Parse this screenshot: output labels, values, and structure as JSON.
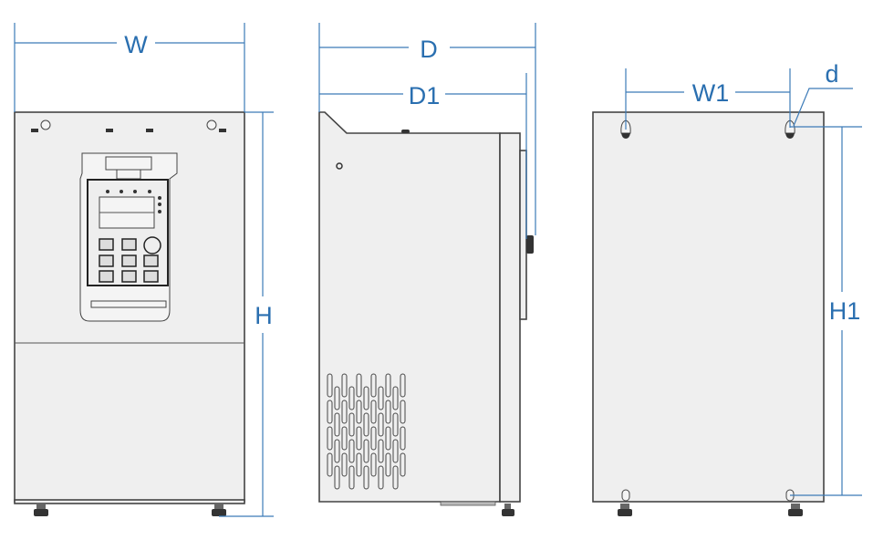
{
  "diagram": {
    "title": "Inverter outline dimensions",
    "views": [
      "front",
      "side",
      "rear"
    ],
    "labels": {
      "width": "W",
      "height": "H",
      "depth": "D",
      "depth1": "D1",
      "width1": "W1",
      "hole_diameter": "d",
      "height1": "H1"
    },
    "colors": {
      "dimension": "#3c7bb8",
      "body": "#efefef",
      "outline": "#444444"
    }
  }
}
